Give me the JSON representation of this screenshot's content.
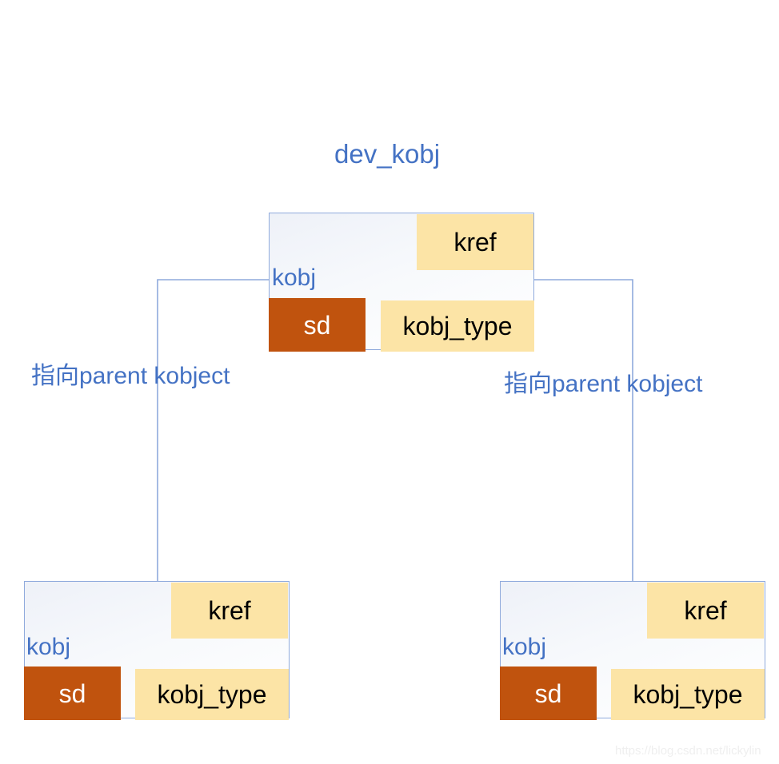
{
  "diagram": {
    "title": "dev_kobj",
    "title_color": "#4472c4",
    "struct_label": "kobj",
    "fields": {
      "kref": "kref",
      "sd": "sd",
      "kobj_type": "kobj_type"
    },
    "colors": {
      "accent_blue": "#4472c4",
      "border_blue": "#8faadc",
      "field_yellow": "#fce4a6",
      "field_orange": "#c0530e",
      "box_background": "#f2f4fa",
      "text_black": "#000000",
      "text_white": "#ffffff",
      "watermark": "#efefef"
    },
    "nodes": [
      {
        "id": "parent",
        "struct_label": "kobj",
        "kref": "kref",
        "sd": "sd",
        "kobj_type": "kobj_type"
      },
      {
        "id": "child-left",
        "struct_label": "kobj",
        "kref": "kref",
        "sd": "sd",
        "kobj_type": "kobj_type"
      },
      {
        "id": "child-right",
        "struct_label": "kobj",
        "kref": "kref",
        "sd": "sd",
        "kobj_type": "kobj_type"
      }
    ],
    "annotations": {
      "left": "指向parent kobject",
      "right": "指向parent kobject"
    },
    "watermark": "https://blog.csdn.net/lickylin"
  }
}
